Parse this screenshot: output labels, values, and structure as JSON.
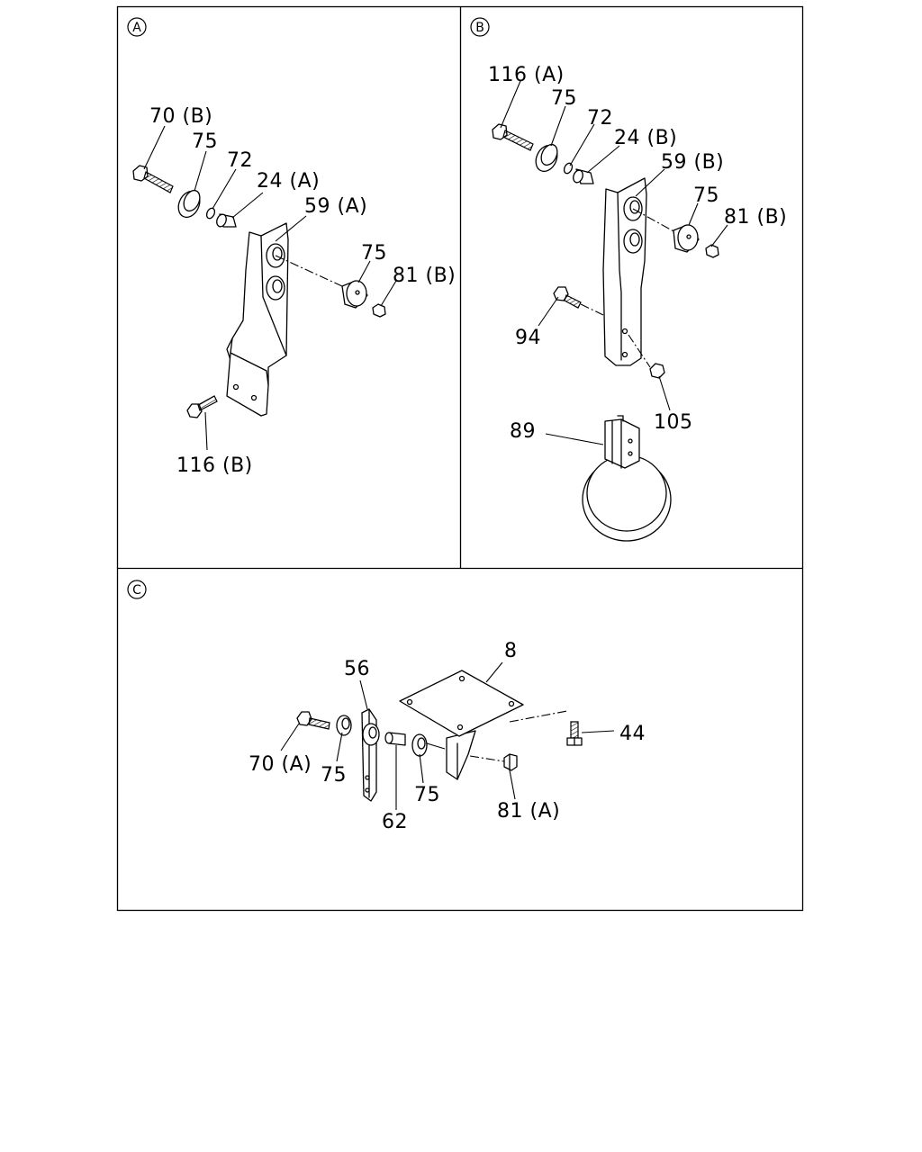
{
  "sections": [
    {
      "id": "A",
      "letter": "A"
    },
    {
      "id": "B",
      "letter": "B"
    },
    {
      "id": "C",
      "letter": "C"
    }
  ],
  "labels": {
    "A": [
      "70 (B)",
      "75",
      "72",
      "24 (A)",
      "59 (A)",
      "75",
      "81 (B)",
      "116 (B)"
    ],
    "B": [
      "116 (A)",
      "75",
      "72",
      "24 (B)",
      "59 (B)",
      "75",
      "81 (B)",
      "94",
      "105",
      "89"
    ],
    "C": [
      "8",
      "56",
      "44",
      "70 (A)",
      "75",
      "75",
      "62",
      "81 (A)"
    ]
  }
}
